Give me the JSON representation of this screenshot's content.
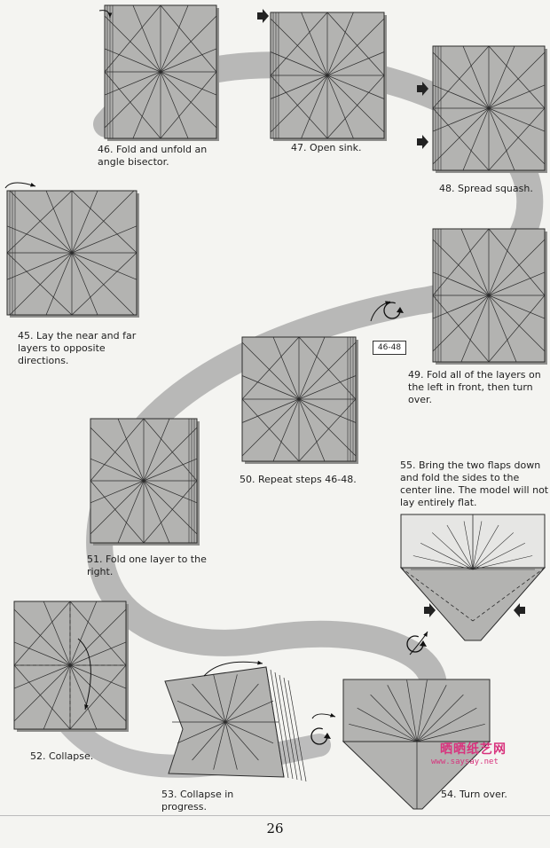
{
  "steps": [
    {
      "id": "45",
      "caption": "45. Lay the near and far layers to opposite directions."
    },
    {
      "id": "46",
      "caption": "46. Fold and unfold an angle bisector."
    },
    {
      "id": "47",
      "caption": "47. Open sink."
    },
    {
      "id": "48",
      "caption": "48. Spread squash."
    },
    {
      "id": "49",
      "caption": "49. Fold all of the layers on the left in front, then turn over."
    },
    {
      "id": "50",
      "caption": "50. Repeat steps 46-48."
    },
    {
      "id": "51",
      "caption": "51. Fold one layer to the right."
    },
    {
      "id": "52",
      "caption": "52. Collapse."
    },
    {
      "id": "53",
      "caption": "53. Collapse in progress."
    },
    {
      "id": "54",
      "caption": "54. Turn over."
    },
    {
      "id": "55",
      "caption": "55. Bring the two flaps down and fold the sides to the center line. The model will not lay entirely flat."
    }
  ],
  "reference_label": "46-48",
  "page_number": "26",
  "watermark": {
    "cn": "晒晒纸艺网",
    "url": "www.saysay.net"
  },
  "colors": {
    "paper": "#b3b3b1",
    "line": "#2c2c2c",
    "path": "#a9a9a9",
    "bg": "#f4f4f1",
    "watermark": "#d8327d"
  }
}
